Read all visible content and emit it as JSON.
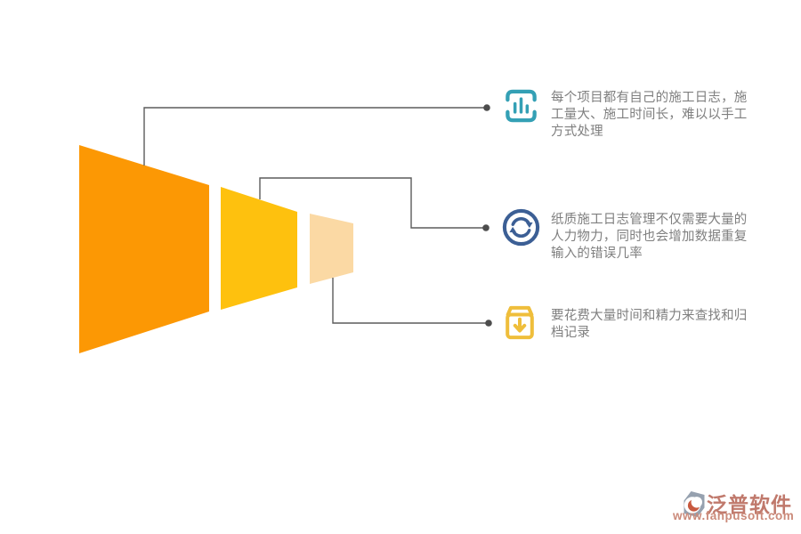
{
  "funnel": {
    "segments": [
      {
        "name": "stage-large",
        "color": "#FC9804"
      },
      {
        "name": "stage-medium",
        "color": "#FEC10E"
      },
      {
        "name": "stage-small",
        "color": "#FBD9A4"
      }
    ]
  },
  "connectors": {
    "line_color": "#5B5B5B",
    "dot_color": "#4D4D4D"
  },
  "text_color": "#7F7F7F",
  "callouts": [
    {
      "icon": "bar-chart-icon",
      "icon_color": "#34A0B5",
      "lines": [
        "每个项目都有自己的施工日志，施",
        "工量大、施工时间长，难以以手工",
        "方式处理"
      ]
    },
    {
      "icon": "refresh-icon",
      "icon_color": "#3C5F95",
      "lines": [
        "纸质施工日志管理不仅需要大量的",
        "人力物力，同时也会增加数据重复",
        "输入的错误几率"
      ]
    },
    {
      "icon": "archive-download-icon",
      "icon_color": "#EFBE3B",
      "lines": [
        "要花费大量时间和精力来查找和归",
        "档记录"
      ]
    }
  ],
  "watermark": {
    "brand": "泛普软件",
    "url": "www.fanpusoft.com",
    "brand_color": "#C0796C",
    "url_color": "#CB8A7A",
    "logo_gray": "#96A1AF",
    "logo_accent": "#C8593F"
  }
}
